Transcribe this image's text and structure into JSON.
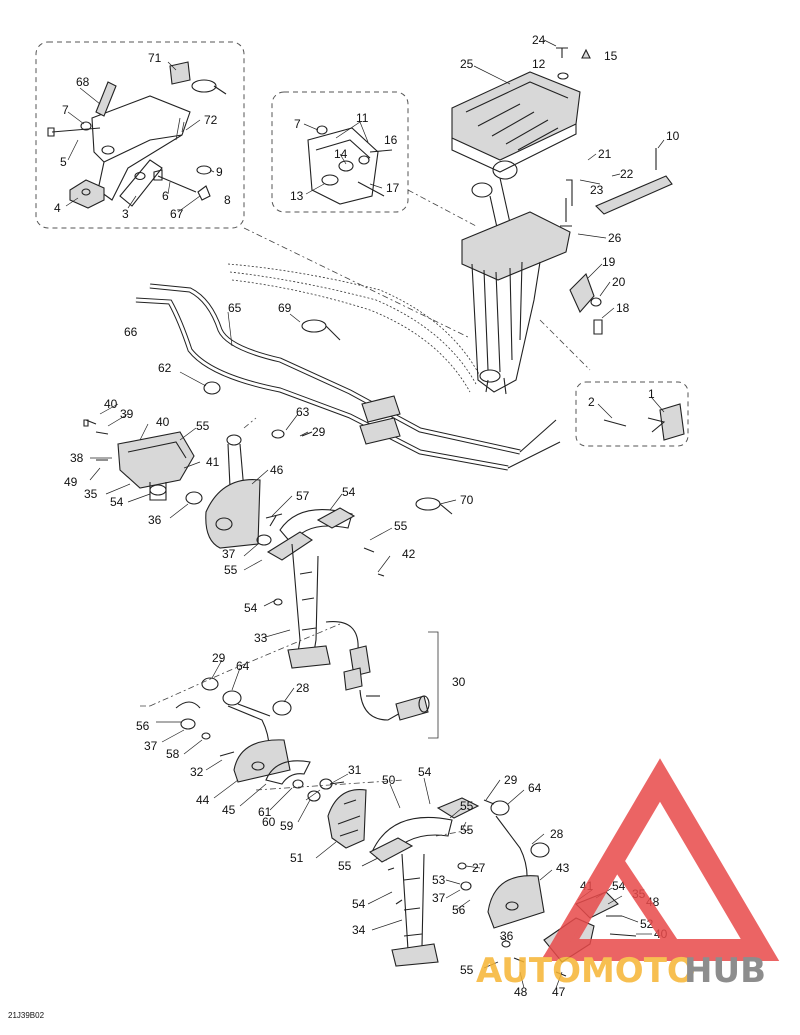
{
  "diagram": {
    "code": "21J39B02",
    "callouts": [
      "1",
      "2",
      "3",
      "4",
      "5",
      "6",
      "7",
      "8",
      "9",
      "10",
      "11",
      "12",
      "13",
      "14",
      "15",
      "16",
      "17",
      "18",
      "19",
      "20",
      "21",
      "22",
      "23",
      "24",
      "25",
      "26",
      "27",
      "28",
      "29",
      "30",
      "31",
      "32",
      "33",
      "34",
      "35",
      "36",
      "37",
      "38",
      "39",
      "40",
      "41",
      "42",
      "43",
      "44",
      "45",
      "46",
      "47",
      "48",
      "49",
      "50",
      "51",
      "52",
      "53",
      "54",
      "55",
      "56",
      "57",
      "58",
      "59",
      "60",
      "61",
      "62",
      "63",
      "64",
      "65",
      "66",
      "67",
      "68",
      "69",
      "70",
      "71",
      "72"
    ]
  },
  "watermark": {
    "text_accent": "AUTOMOTO",
    "text_dark": "HUB",
    "colors": {
      "triangle": "#e84a4a",
      "accent": "#f6b533",
      "dark": "#7a7a7a"
    }
  }
}
